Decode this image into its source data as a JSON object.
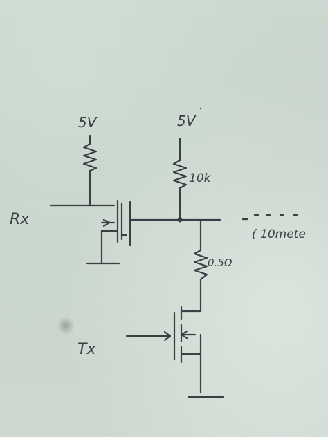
{
  "labels": {
    "supply_left": "5V",
    "supply_right": "5V",
    "rx": "Rx",
    "tx": "Tx",
    "pullup_resistor": "10k",
    "series_resistor": "0.5Ω",
    "bus_note": "( 10mete"
  },
  "colors": {
    "ink": "#3a3f46",
    "paper": "#c9d6cd"
  }
}
